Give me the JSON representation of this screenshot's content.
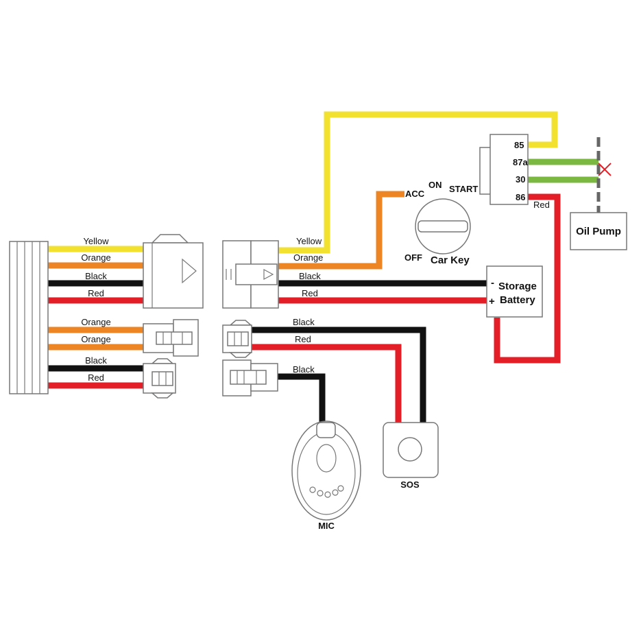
{
  "colors": {
    "yellow": "#f2e12e",
    "orange": "#ee8524",
    "black": "#111111",
    "red": "#e41e26",
    "green": "#7ab842",
    "cut_mark": "#e41e26"
  },
  "harness": {
    "wire_labels": [
      "Yellow",
      "Orange",
      "Black",
      "Red",
      "Orange",
      "Orange",
      "Black",
      "Red"
    ]
  },
  "right_wires": {
    "labels": [
      "Yellow",
      "Orange",
      "Black",
      "Red",
      "Black",
      "Red",
      "Black"
    ]
  },
  "relay": {
    "pins": [
      "85",
      "87a",
      "30",
      "86"
    ],
    "wire_label": "Red"
  },
  "oil_pump": {
    "label": "Oil Pump"
  },
  "car_key": {
    "label": "Car Key",
    "positions": [
      "ACC",
      "ON",
      "START",
      "OFF"
    ]
  },
  "battery": {
    "minus": "-",
    "plus": "+",
    "line1": "Storage",
    "line2": "Battery"
  },
  "mic": {
    "label": "MIC"
  },
  "sos": {
    "label": "SOS"
  }
}
